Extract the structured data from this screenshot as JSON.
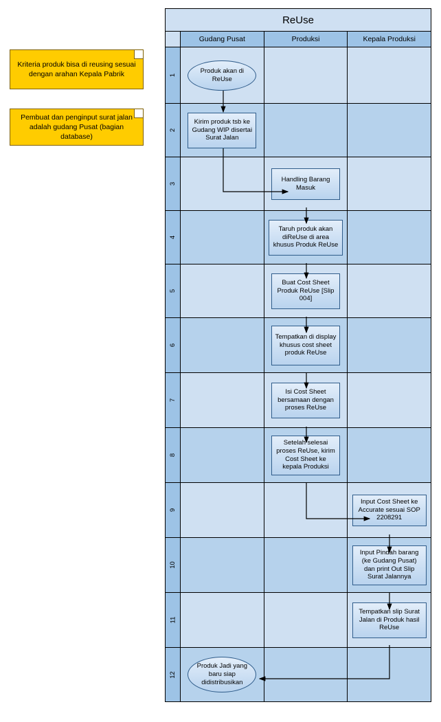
{
  "notes": [
    {
      "id": "note-1",
      "text": "Kriteria produk bisa di reusing sesuai dengan arahan Kepala Pabrik"
    },
    {
      "id": "note-2",
      "text": "Pembuat dan penginput surat jalan adalah gudang Pusat (bagian database)"
    }
  ],
  "chart": {
    "title": "ReUse",
    "columns": [
      "Gudang Pusat",
      "Produksi",
      "Kepala Produksi"
    ],
    "row_numbers": [
      "1",
      "2",
      "3",
      "4",
      "5",
      "6",
      "7",
      "8",
      "9",
      "10",
      "11",
      "12"
    ],
    "nodes": [
      {
        "row": 1,
        "column": "Gudang Pusat",
        "shape": "oval",
        "text": "Produk akan di ReUse"
      },
      {
        "row": 2,
        "column": "Gudang Pusat",
        "shape": "rectangle",
        "text": "Kirim produk tsb ke Gudang WIP disertai Surat Jalan"
      },
      {
        "row": 3,
        "column": "Produksi",
        "shape": "rectangle",
        "text": "Handling Barang Masuk"
      },
      {
        "row": 4,
        "column": "Produksi",
        "shape": "rectangle",
        "text": "Taruh produk akan diReUse di area khusus Produk ReUse"
      },
      {
        "row": 5,
        "column": "Produksi",
        "shape": "rectangle",
        "text": "Buat Cost Sheet Produk ReUse [Slip 004]"
      },
      {
        "row": 6,
        "column": "Produksi",
        "shape": "rectangle",
        "text": "Tempatkan di display khusus cost sheet produk ReUse"
      },
      {
        "row": 7,
        "column": "Produksi",
        "shape": "rectangle",
        "text": "Isi Cost Sheet bersamaan dengan proses ReUse"
      },
      {
        "row": 8,
        "column": "Produksi",
        "shape": "rectangle",
        "text": "Setelah selesai proses ReUse, kirim Cost Sheet ke kepala Produksi"
      },
      {
        "row": 9,
        "column": "Kepala Produksi",
        "shape": "rectangle",
        "text": "Input Cost Sheet ke Accurate sesuai SOP 2208291"
      },
      {
        "row": 10,
        "column": "Kepala Produksi",
        "shape": "rectangle",
        "text": "Input Pindah barang (ke Gudang Pusat) dan print Out Slip Surat Jalannya"
      },
      {
        "row": 11,
        "column": "Kepala Produksi",
        "shape": "rectangle",
        "text": "Tempatkan slip Surat Jalan di Produk hasil ReUse"
      },
      {
        "row": 12,
        "column": "Gudang Pusat",
        "shape": "oval",
        "text": "Produk Jadi yang baru siap didistribusikan"
      }
    ]
  },
  "colors": {
    "note_fill": "#ffcc00",
    "note_border": "#7f6000",
    "band_light": "#cfe0f2",
    "band_dark": "#b6d2ec",
    "header_fill": "#9dc3e6",
    "node_border": "#2f5c8a"
  }
}
